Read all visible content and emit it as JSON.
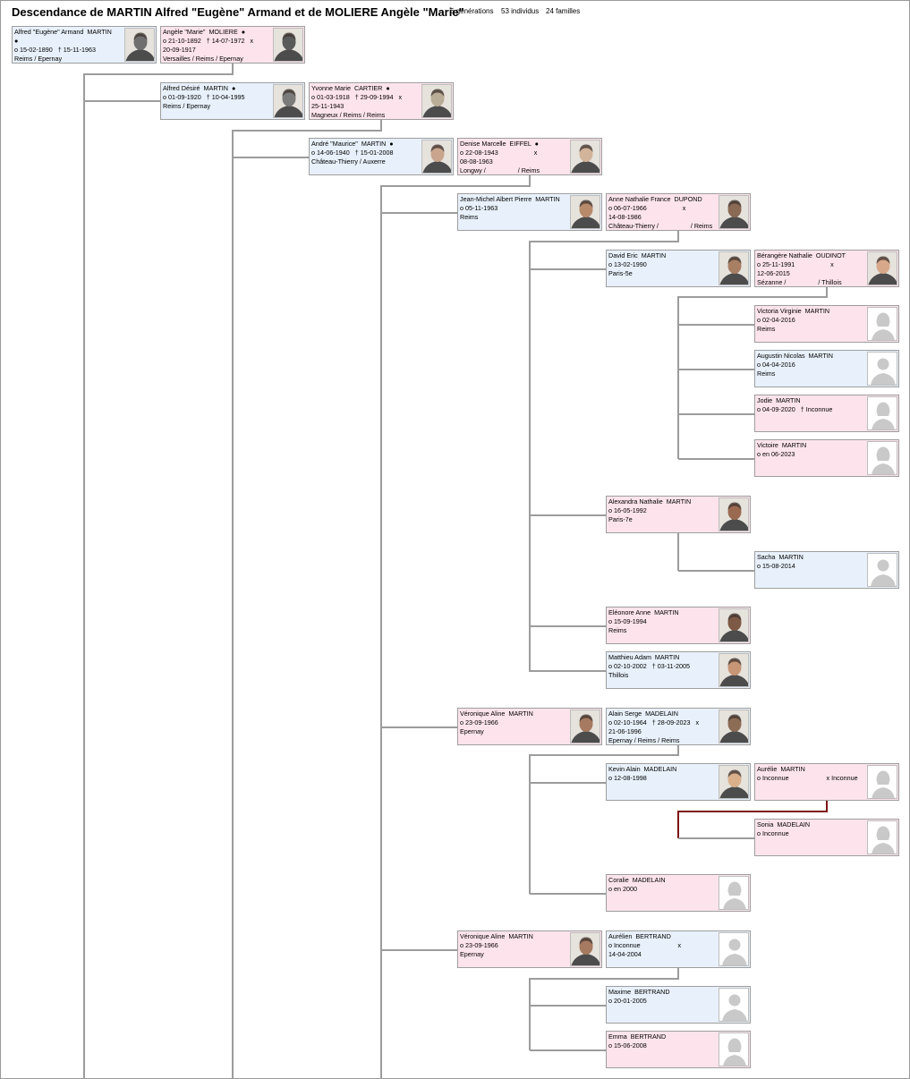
{
  "header": {
    "title": "Descendance de MARTIN Alfred \"Eugène\" Armand et de MOLIERE Angèle \"Marie\"",
    "stats": [
      "6 générations",
      "53 individus",
      "24 familles"
    ]
  },
  "colors": {
    "male_box": "#e8f1fb",
    "female_box": "#fde4ec",
    "border": "#9e9e9e",
    "connector": "#9c9c9c",
    "highlight_connector": "#7a1414"
  },
  "people": [
    {
      "id": "p1",
      "sex": "m",
      "lines": [
        "Alfred \"Eugène\" Armand  MARTIN",
        "●",
        "o 15-02-1890   † 15-11-1963",
        "Reims / Epernay"
      ],
      "photo": "portrait-photo",
      "tone": "#6f6f6f"
    },
    {
      "id": "p2",
      "sex": "f",
      "lines": [
        "Angèle \"Marie\"  MOLIERE  ●",
        "o 21-10-1892   † 14-07-1972   x",
        "20-09-1917",
        "Versailles / Reims / Epernay"
      ],
      "photo": "portrait-photo",
      "tone": "#5a5a5a"
    },
    {
      "id": "p3",
      "sex": "m",
      "lines": [
        "Alfred Désiré  MARTIN  ●",
        "o 01-09-1920   † 10-04-1995",
        "Reims / Epernay"
      ],
      "photo": "portrait-photo",
      "tone": "#7b7b7b"
    },
    {
      "id": "p4",
      "sex": "f",
      "lines": [
        "Yvonne Marie  CARTIER  ●",
        "o 01-03-1918   † 29-09-1994   x",
        "25-11-1943",
        "Magneux / Reims / Reims"
      ],
      "photo": "portrait-photo",
      "tone": "#b9ad98"
    },
    {
      "id": "p5",
      "sex": "m",
      "lines": [
        "André \"Maurice\"  MARTIN  ●",
        "o 14-06-1940   † 15-01-2008",
        "Château-Thierry / Auxerre"
      ],
      "photo": "portrait-photo",
      "tone": "#c9a58e"
    },
    {
      "id": "p6",
      "sex": "f",
      "lines": [
        "Denise Marcelle  EIFFEL  ●",
        "o 22-08-1943                    x",
        "08-08-1963",
        "Longwy /                  / Reims"
      ],
      "photo": "portrait-photo",
      "tone": "#d2b49a"
    },
    {
      "id": "p7",
      "sex": "m",
      "lines": [
        "Jean-Michel Albert Pierre  MARTIN",
        "o 05-11-1963",
        "Reims"
      ],
      "photo": "portrait-photo",
      "tone": "#b78a6b"
    },
    {
      "id": "p8",
      "sex": "f",
      "lines": [
        "Anne Nathalie France  DUPOND",
        "o 06-07-1966                    x",
        "14-08-1986",
        "Château-Thierry /                  / Reims"
      ],
      "photo": "portrait-photo",
      "tone": "#8a6a55"
    },
    {
      "id": "p9",
      "sex": "m",
      "lines": [
        "David Eric  MARTIN",
        "o 13-02-1990",
        "Paris-5e"
      ],
      "photo": "portrait-photo",
      "tone": "#a97f64"
    },
    {
      "id": "p10",
      "sex": "f",
      "lines": [
        "Bérangère Nathalie  OUDINOT",
        "o 25-11-1991                    x",
        "12-06-2015",
        "Sézanne /                  / Thillois"
      ],
      "photo": "portrait-photo",
      "tone": "#d7a98a"
    },
    {
      "id": "p11",
      "sex": "f",
      "lines": [
        "Victoria Virginie  MARTIN",
        "o 02-04-2016",
        "Reims"
      ],
      "photo": "female-silhouette-icon"
    },
    {
      "id": "p12",
      "sex": "m",
      "lines": [
        "Augustin Nicolas  MARTIN",
        "o 04-04-2016",
        "Reims"
      ],
      "photo": "male-silhouette-icon"
    },
    {
      "id": "p13",
      "sex": "f",
      "lines": [
        "Jodie  MARTIN",
        "o 04-09-2020   † Inconnue"
      ],
      "photo": "female-silhouette-icon"
    },
    {
      "id": "p14",
      "sex": "f",
      "lines": [
        "Victoire  MARTIN",
        "o en 06-2023"
      ],
      "photo": "female-silhouette-icon"
    },
    {
      "id": "p15",
      "sex": "f",
      "lines": [
        "Alexandra Nathalie  MARTIN",
        "o 16-05-1992",
        "Paris-7e"
      ],
      "photo": "portrait-photo",
      "tone": "#9a6a50"
    },
    {
      "id": "p16",
      "sex": "m",
      "lines": [
        "Sacha  MARTIN",
        "o 15-08-2014"
      ],
      "photo": "male-silhouette-icon"
    },
    {
      "id": "p17",
      "sex": "f",
      "lines": [
        "Eléonore Anne  MARTIN",
        "o 15-09-1994",
        "Reims"
      ],
      "photo": "portrait-photo",
      "tone": "#7d5a45"
    },
    {
      "id": "p18",
      "sex": "m",
      "lines": [
        "Matthieu Adam  MARTIN",
        "o 02-10-2002   † 03-11-2005",
        "Thillois"
      ],
      "photo": "portrait-photo",
      "tone": "#c79676"
    },
    {
      "id": "p19",
      "sex": "f",
      "lines": [
        "Véronique Aline  MARTIN",
        "o 23-09-1966",
        "Epernay"
      ],
      "photo": "portrait-photo",
      "tone": "#a67a60"
    },
    {
      "id": "p20",
      "sex": "m",
      "lines": [
        "Alain Serge  MADELAIN",
        "o 02-10-1964   † 28-09-2023   x",
        "21-06-1996",
        "Epernay / Reims / Reims"
      ],
      "photo": "portrait-photo",
      "tone": "#8c6c55"
    },
    {
      "id": "p21",
      "sex": "m",
      "lines": [
        "Kevin Alain  MADELAIN",
        "o 12-08-1998"
      ],
      "photo": "portrait-photo",
      "tone": "#d9b08a"
    },
    {
      "id": "p22",
      "sex": "f",
      "lines": [
        "Aurélie  MARTIN",
        "o Inconnue                     x Inconnue"
      ],
      "photo": "female-silhouette-icon"
    },
    {
      "id": "p23",
      "sex": "f",
      "lines": [
        "Sonia  MADELAIN",
        "o Inconnue"
      ],
      "photo": "female-silhouette-icon"
    },
    {
      "id": "p24",
      "sex": "f",
      "lines": [
        "Coralie  MADELAIN",
        "o en 2000"
      ],
      "photo": "female-silhouette-icon"
    },
    {
      "id": "p25",
      "sex": "f",
      "lines": [
        "Véronique Aline  MARTIN",
        "o 23-09-1966",
        "Epernay"
      ],
      "photo": "portrait-photo",
      "tone": "#a67a60"
    },
    {
      "id": "p26",
      "sex": "m",
      "lines": [
        "Aurélien  BERTRAND",
        "o Inconnue                     x",
        "14-04-2004"
      ],
      "photo": "male-silhouette-icon"
    },
    {
      "id": "p27",
      "sex": "m",
      "lines": [
        "Maxime  BERTRAND",
        "o 20-01-2005"
      ],
      "photo": "male-silhouette-icon"
    },
    {
      "id": "p28",
      "sex": "f",
      "lines": [
        "Emma  BERTRAND",
        "o 15-06-2008"
      ],
      "photo": "female-silhouette-icon"
    }
  ]
}
